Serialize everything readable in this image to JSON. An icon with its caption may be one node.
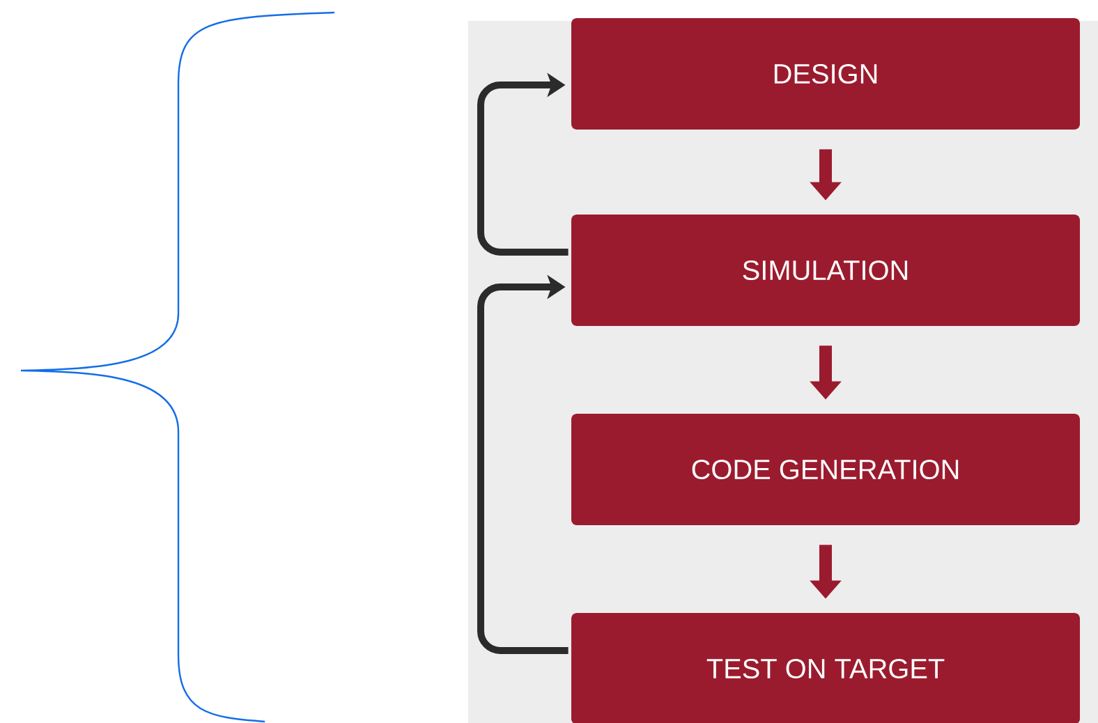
{
  "diagram": {
    "nodes": [
      {
        "text": [
          "DESIGN"
        ]
      },
      {
        "text": [
          "SIMULATION"
        ]
      },
      {
        "text": [
          "CODE GENERATION"
        ]
      },
      {
        "text": [
          "TEST ON TARGET"
        ]
      }
    ],
    "edges": [
      {
        "from": 0,
        "to": 1,
        "arrow": "to"
      },
      {
        "from": 1,
        "to": 2,
        "arrow": "to"
      },
      {
        "from": 2,
        "to": 3,
        "arrow": "to"
      },
      {
        "from": 1,
        "to": 0,
        "arrow": "to",
        "color": "#2b2b2b"
      },
      {
        "from": 3,
        "to": 1,
        "arrow": "to",
        "color": "#2b2b2b"
      }
    ]
  }
}
